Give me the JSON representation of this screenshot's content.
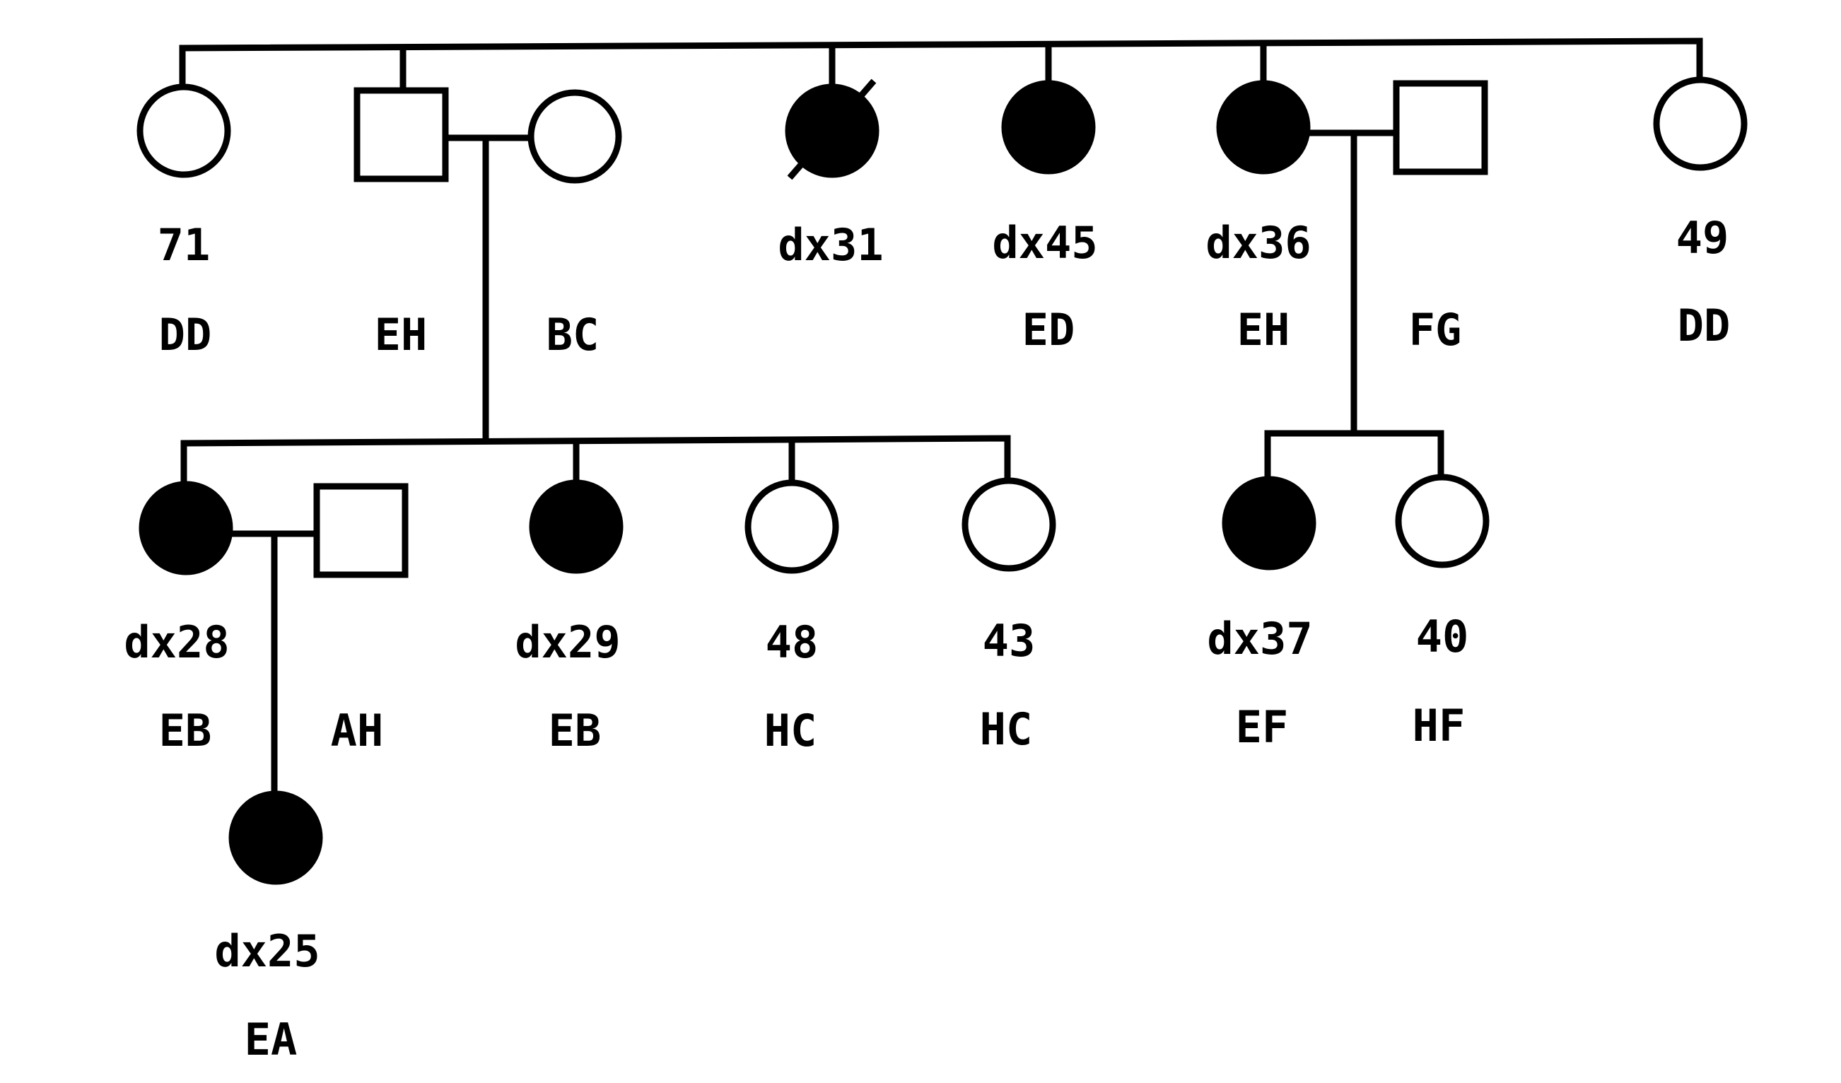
{
  "colors": {
    "affected": "#000000",
    "unaffected": "#ffffff",
    "line": "#000000"
  },
  "generation1": [
    {
      "id": "g1-woman-71",
      "sex": "female",
      "affected": false,
      "deceased": false,
      "age": "71",
      "haplotype": "DD"
    },
    {
      "id": "g1-man-eh",
      "sex": "male",
      "affected": false,
      "deceased": false,
      "age": "",
      "haplotype": "EH"
    },
    {
      "id": "g1-spouse-bc",
      "sex": "female",
      "affected": false,
      "deceased": false,
      "age": "",
      "haplotype": "BC"
    },
    {
      "id": "g1-woman-dx31",
      "sex": "female",
      "affected": true,
      "deceased": true,
      "age": "dx31",
      "haplotype": ""
    },
    {
      "id": "g1-woman-dx45",
      "sex": "female",
      "affected": true,
      "deceased": false,
      "age": "dx45",
      "haplotype": "ED"
    },
    {
      "id": "g1-woman-dx36",
      "sex": "female",
      "affected": true,
      "deceased": false,
      "age": "dx36",
      "haplotype": "EH"
    },
    {
      "id": "g1-spouse-fg",
      "sex": "male",
      "affected": false,
      "deceased": false,
      "age": "",
      "haplotype": "FG"
    },
    {
      "id": "g1-woman-49",
      "sex": "female",
      "affected": false,
      "deceased": false,
      "age": "49",
      "haplotype": "DD"
    }
  ],
  "generation2": [
    {
      "id": "g2-woman-dx28",
      "sex": "female",
      "affected": true,
      "deceased": false,
      "age": "dx28",
      "haplotype": "EB"
    },
    {
      "id": "g2-spouse-ah",
      "sex": "male",
      "affected": false,
      "deceased": false,
      "age": "",
      "haplotype": "AH"
    },
    {
      "id": "g2-woman-dx29",
      "sex": "female",
      "affected": true,
      "deceased": false,
      "age": "dx29",
      "haplotype": "EB"
    },
    {
      "id": "g2-woman-48",
      "sex": "female",
      "affected": false,
      "deceased": false,
      "age": "48",
      "haplotype": "HC"
    },
    {
      "id": "g2-woman-43",
      "sex": "female",
      "affected": false,
      "deceased": false,
      "age": "43",
      "haplotype": "HC"
    },
    {
      "id": "g2-woman-dx37",
      "sex": "female",
      "affected": true,
      "deceased": false,
      "age": "dx37",
      "haplotype": "EF"
    },
    {
      "id": "g2-woman-40",
      "sex": "female",
      "affected": false,
      "deceased": false,
      "age": "40",
      "haplotype": "HF"
    }
  ],
  "generation3": [
    {
      "id": "g3-woman-dx25",
      "sex": "female",
      "affected": true,
      "deceased": false,
      "age": "dx25",
      "haplotype": "EA"
    }
  ]
}
